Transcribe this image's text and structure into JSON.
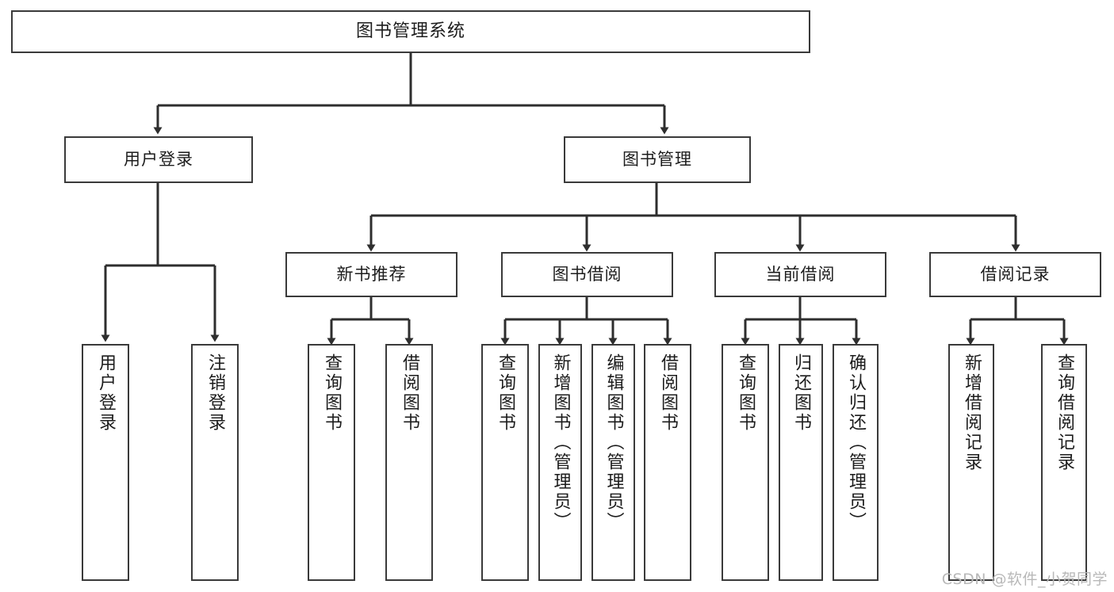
{
  "diagram": {
    "title": "图书管理系统",
    "type": "tree",
    "background": "#ffffff",
    "stroke_color": "#3a3a3a",
    "text_color": "#1c1c1c"
  },
  "nodes": {
    "root": {
      "label": "图书管理系统"
    },
    "level2": [
      {
        "id": "user-login",
        "label": "用户登录"
      },
      {
        "id": "book-manage",
        "label": "图书管理"
      }
    ],
    "level3": [
      {
        "id": "new-book-recommend",
        "label": "新书推荐"
      },
      {
        "id": "book-borrow",
        "label": "图书借阅"
      },
      {
        "id": "current-borrow",
        "label": "当前借阅"
      },
      {
        "id": "borrow-record",
        "label": "借阅记录"
      }
    ],
    "leaves": {
      "user_login": [
        {
          "id": "leaf-user-login",
          "label": "用户登录"
        },
        {
          "id": "leaf-user-logout",
          "label": "注销登录"
        }
      ],
      "new_book_recommend": [
        {
          "id": "leaf-query-book-1",
          "label": "查询图书"
        },
        {
          "id": "leaf-borrow-book-1",
          "label": "借阅图书"
        }
      ],
      "book_borrow": [
        {
          "id": "leaf-query-book-2",
          "label": "查询图书"
        },
        {
          "id": "leaf-add-book",
          "label": "新增图书（管理员）"
        },
        {
          "id": "leaf-edit-book",
          "label": "编辑图书（管理员）"
        },
        {
          "id": "leaf-borrow-book-2",
          "label": "借阅图书"
        }
      ],
      "current_borrow": [
        {
          "id": "leaf-query-book-3",
          "label": "查询图书"
        },
        {
          "id": "leaf-return-book",
          "label": "归还图书"
        },
        {
          "id": "leaf-confirm-return",
          "label": "确认归还（管理员）"
        }
      ],
      "borrow_record": [
        {
          "id": "leaf-add-record",
          "label": "新增借阅记录"
        },
        {
          "id": "leaf-query-record",
          "label": "查询借阅记录"
        }
      ]
    }
  },
  "watermark": {
    "text": "CSDN @软件_小贺同学"
  }
}
